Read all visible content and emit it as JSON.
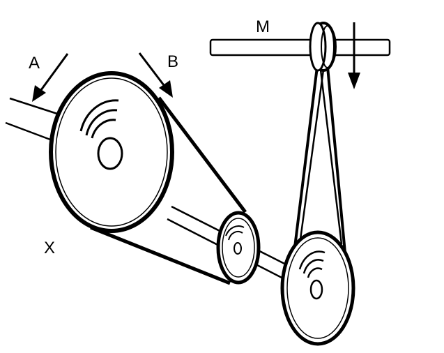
{
  "colors": {
    "ink": "#000000",
    "background": "#ffffff",
    "shaft": "#ffffff"
  },
  "labels": {
    "a": "A",
    "b": "B",
    "m": "M",
    "x": "X"
  },
  "icons": {
    "arrow_a": "diagonal-arrow-down-left",
    "arrow_b": "diagonal-arrow-down-right",
    "arrow_m": "vertical-arrow-down"
  }
}
